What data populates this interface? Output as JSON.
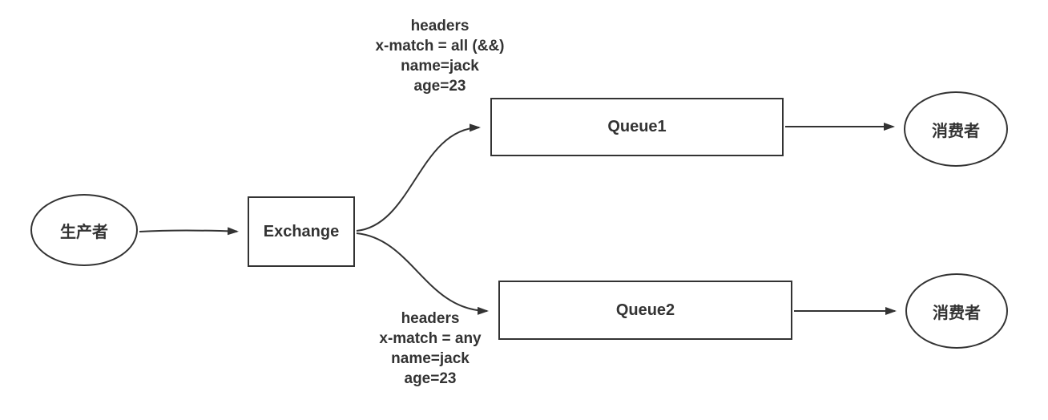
{
  "diagram": {
    "title": "headers exchange routing diagram",
    "stroke_color": "#333333",
    "background_color": "#ffffff",
    "nodes": {
      "producer": {
        "label": "生产者",
        "shape": "ellipse"
      },
      "exchange": {
        "label": "Exchange",
        "shape": "rect"
      },
      "queue1": {
        "label": "Queue1",
        "shape": "rect"
      },
      "queue2": {
        "label": "Queue2",
        "shape": "rect"
      },
      "consumer1": {
        "label": "消费者",
        "shape": "ellipse"
      },
      "consumer2": {
        "label": "消费者",
        "shape": "ellipse"
      }
    },
    "edges": [
      {
        "from": "producer",
        "to": "exchange"
      },
      {
        "from": "exchange",
        "to": "queue1"
      },
      {
        "from": "exchange",
        "to": "queue2"
      },
      {
        "from": "queue1",
        "to": "consumer1"
      },
      {
        "from": "queue2",
        "to": "consumer2"
      }
    ],
    "annotations": {
      "top": {
        "lines": {
          "0": "headers",
          "1": "x-match = all (&&)",
          "2": "name=jack",
          "3": "age=23"
        }
      },
      "bottom": {
        "lines": {
          "0": "headers",
          "1": "x-match = any",
          "2": "name=jack",
          "3": "age=23"
        }
      }
    }
  }
}
